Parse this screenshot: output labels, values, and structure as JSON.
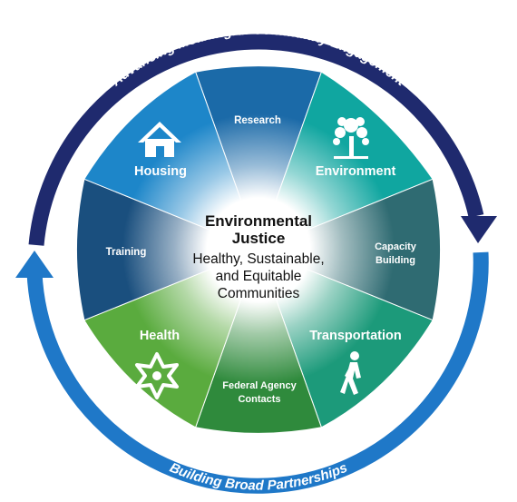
{
  "ring": {
    "top_text": "Advancing Meaningful Community Engagement",
    "bottom_text": "Building Broad Partnerships",
    "top_color": "#1f2a6e",
    "bottom_color": "#1f78c8"
  },
  "center": {
    "title_line1": "Environmental",
    "title_line2": "Justice",
    "sub_line1": "Healthy, Sustainable,",
    "sub_line2": "and Equitable",
    "sub_line3": "Communities"
  },
  "segments": [
    {
      "label": "Research",
      "color": "#1b6aa8",
      "icon": ""
    },
    {
      "label": "Environment",
      "color": "#10a6a0",
      "icon": "tree-icon"
    },
    {
      "label_line1": "Capacity",
      "label_line2": "Building",
      "color": "#2f6b72",
      "icon": ""
    },
    {
      "label": "Transportation",
      "color": "#1c9a7a",
      "icon": "walking-person-icon"
    },
    {
      "label_line1": "Federal Agency",
      "label_line2": "Contacts",
      "color": "#2f8a3c",
      "icon": ""
    },
    {
      "label": "Health",
      "color": "#5aab3e",
      "icon": "health-star-icon"
    },
    {
      "label": "Training",
      "color": "#1a4f7e",
      "icon": ""
    },
    {
      "label": "Housing",
      "color": "#1d86c9",
      "icon": "house-icon"
    }
  ]
}
